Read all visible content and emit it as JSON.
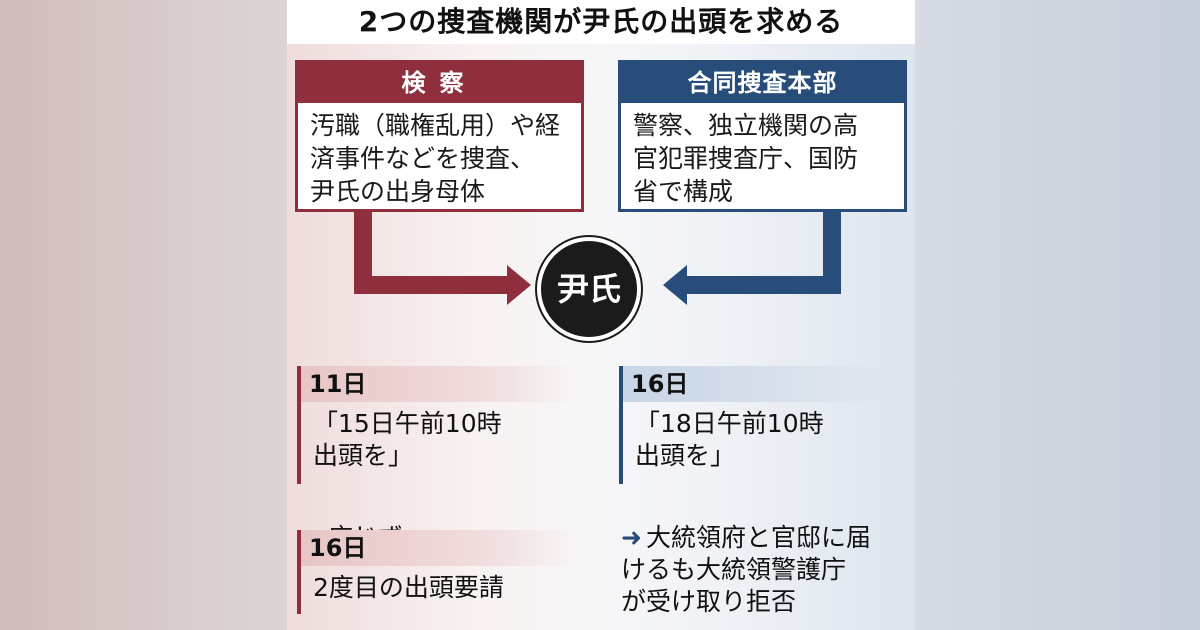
{
  "title": "2つの捜査機関が尹氏の出頭を求める",
  "agencies": {
    "left": {
      "name": "検察",
      "description": "汚職（職権乱用）や経\n済事件などを捜査、\n尹氏の出身母体",
      "color": "#8f2e3c"
    },
    "right": {
      "name": "合同捜査本部",
      "description": "警察、独立機関の高\n官犯罪捜査庁、国防\n省で構成",
      "color": "#284d7a"
    }
  },
  "center": {
    "label": "尹氏"
  },
  "left_timeline": {
    "first_date": "11日",
    "first_request": "「15日午前10時\n出頭を」",
    "first_result": "応じず",
    "second_date": "16日",
    "second_request": "2度目の出頭要請"
  },
  "right_timeline": {
    "date": "16日",
    "request": "「18日午前10時\n出頭を」",
    "result": "大統領府と官邸に届\nけるも大統領警護庁\nが受け取り拒否"
  },
  "icons": {
    "result_arrow": "right-arrow-icon"
  }
}
